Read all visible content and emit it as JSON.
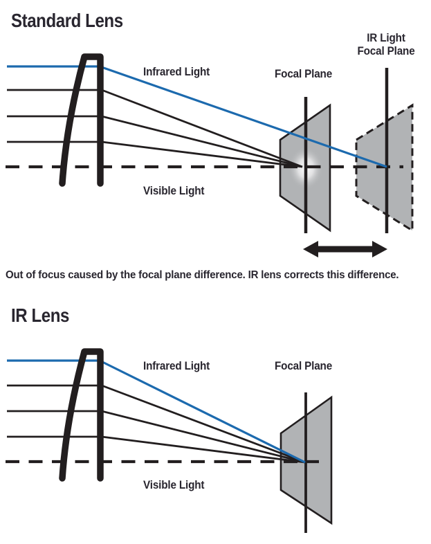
{
  "figure": {
    "caption": "Out of focus caused by the focal plane difference. IR lens corrects this difference."
  },
  "top_diagram": {
    "title": "Standard Lens",
    "labels": {
      "infrared": "Infrared Light",
      "visible": "Visible Light",
      "focal_plane": "Focal Plane",
      "ir_focal_plane_line1": "IR Light",
      "ir_focal_plane_line2": "Focal Plane"
    }
  },
  "bottom_diagram": {
    "title": "IR Lens",
    "labels": {
      "infrared": "Infrared Light",
      "visible": "Visible Light",
      "focal_plane": "Focal Plane"
    }
  },
  "colors": {
    "infrared_blue": "#1c6aae",
    "ink_black": "#221e1f",
    "plane_gray": "#b1b3b5",
    "text_dark": "#29262f",
    "background": "#ffffff"
  }
}
